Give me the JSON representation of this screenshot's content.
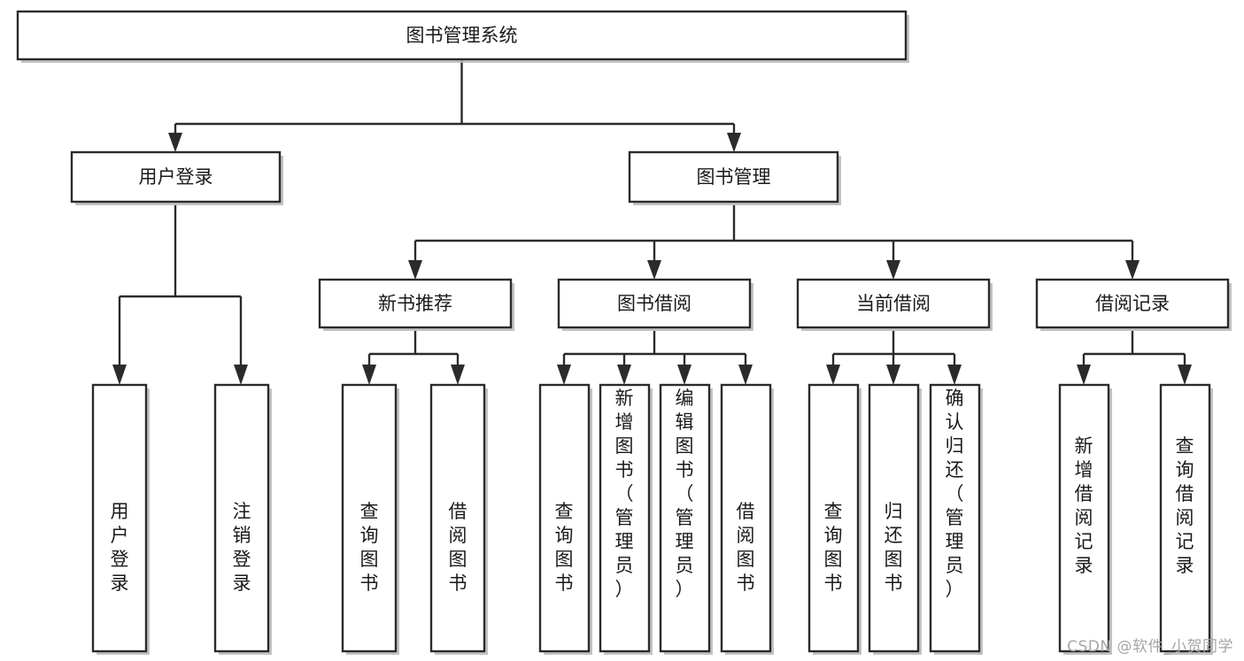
{
  "diagram": {
    "title": "图书管理系统",
    "type": "tree",
    "watermark": "CSDN @软件_小贺同学",
    "colors": {
      "box_stroke": "#2b2b2b",
      "box_fill": "#ffffff",
      "text": "#1a1a1a",
      "shadow": "#b9b9b9",
      "watermark": "#a6a6a6",
      "background": "#ffffff"
    },
    "root": {
      "id": "root",
      "label": "图书管理系统"
    },
    "level2": [
      {
        "id": "user-login",
        "label": "用户登录"
      },
      {
        "id": "book-management",
        "label": "图书管理"
      }
    ],
    "level3": [
      {
        "id": "new-book-recommend",
        "label": "新书推荐",
        "parent": "book-management"
      },
      {
        "id": "book-borrow",
        "label": "图书借阅",
        "parent": "book-management"
      },
      {
        "id": "current-borrow",
        "label": "当前借阅",
        "parent": "book-management"
      },
      {
        "id": "borrow-record",
        "label": "借阅记录",
        "parent": "book-management"
      }
    ],
    "leaves": {
      "user-login": [
        {
          "id": "leaf-user-login",
          "label": "用户登录"
        },
        {
          "id": "leaf-user-logout",
          "label": "注销登录"
        }
      ],
      "new-book-recommend": [
        {
          "id": "leaf-query-book-1",
          "label": "查询图书"
        },
        {
          "id": "leaf-borrow-book-1",
          "label": "借阅图书"
        }
      ],
      "book-borrow": [
        {
          "id": "leaf-query-book-2",
          "label": "查询图书"
        },
        {
          "id": "leaf-add-book",
          "label": "新增图书（管理员）"
        },
        {
          "id": "leaf-edit-book",
          "label": "编辑图书（管理员）"
        },
        {
          "id": "leaf-borrow-book-2",
          "label": "借阅图书"
        }
      ],
      "current-borrow": [
        {
          "id": "leaf-query-book-3",
          "label": "查询图书"
        },
        {
          "id": "leaf-return-book",
          "label": "归还图书"
        },
        {
          "id": "leaf-confirm-return",
          "label": "确认归还（管理员）"
        }
      ],
      "borrow-record": [
        {
          "id": "leaf-add-record",
          "label": "新增借阅记录"
        },
        {
          "id": "leaf-query-record",
          "label": "查询借阅记录"
        }
      ]
    }
  }
}
